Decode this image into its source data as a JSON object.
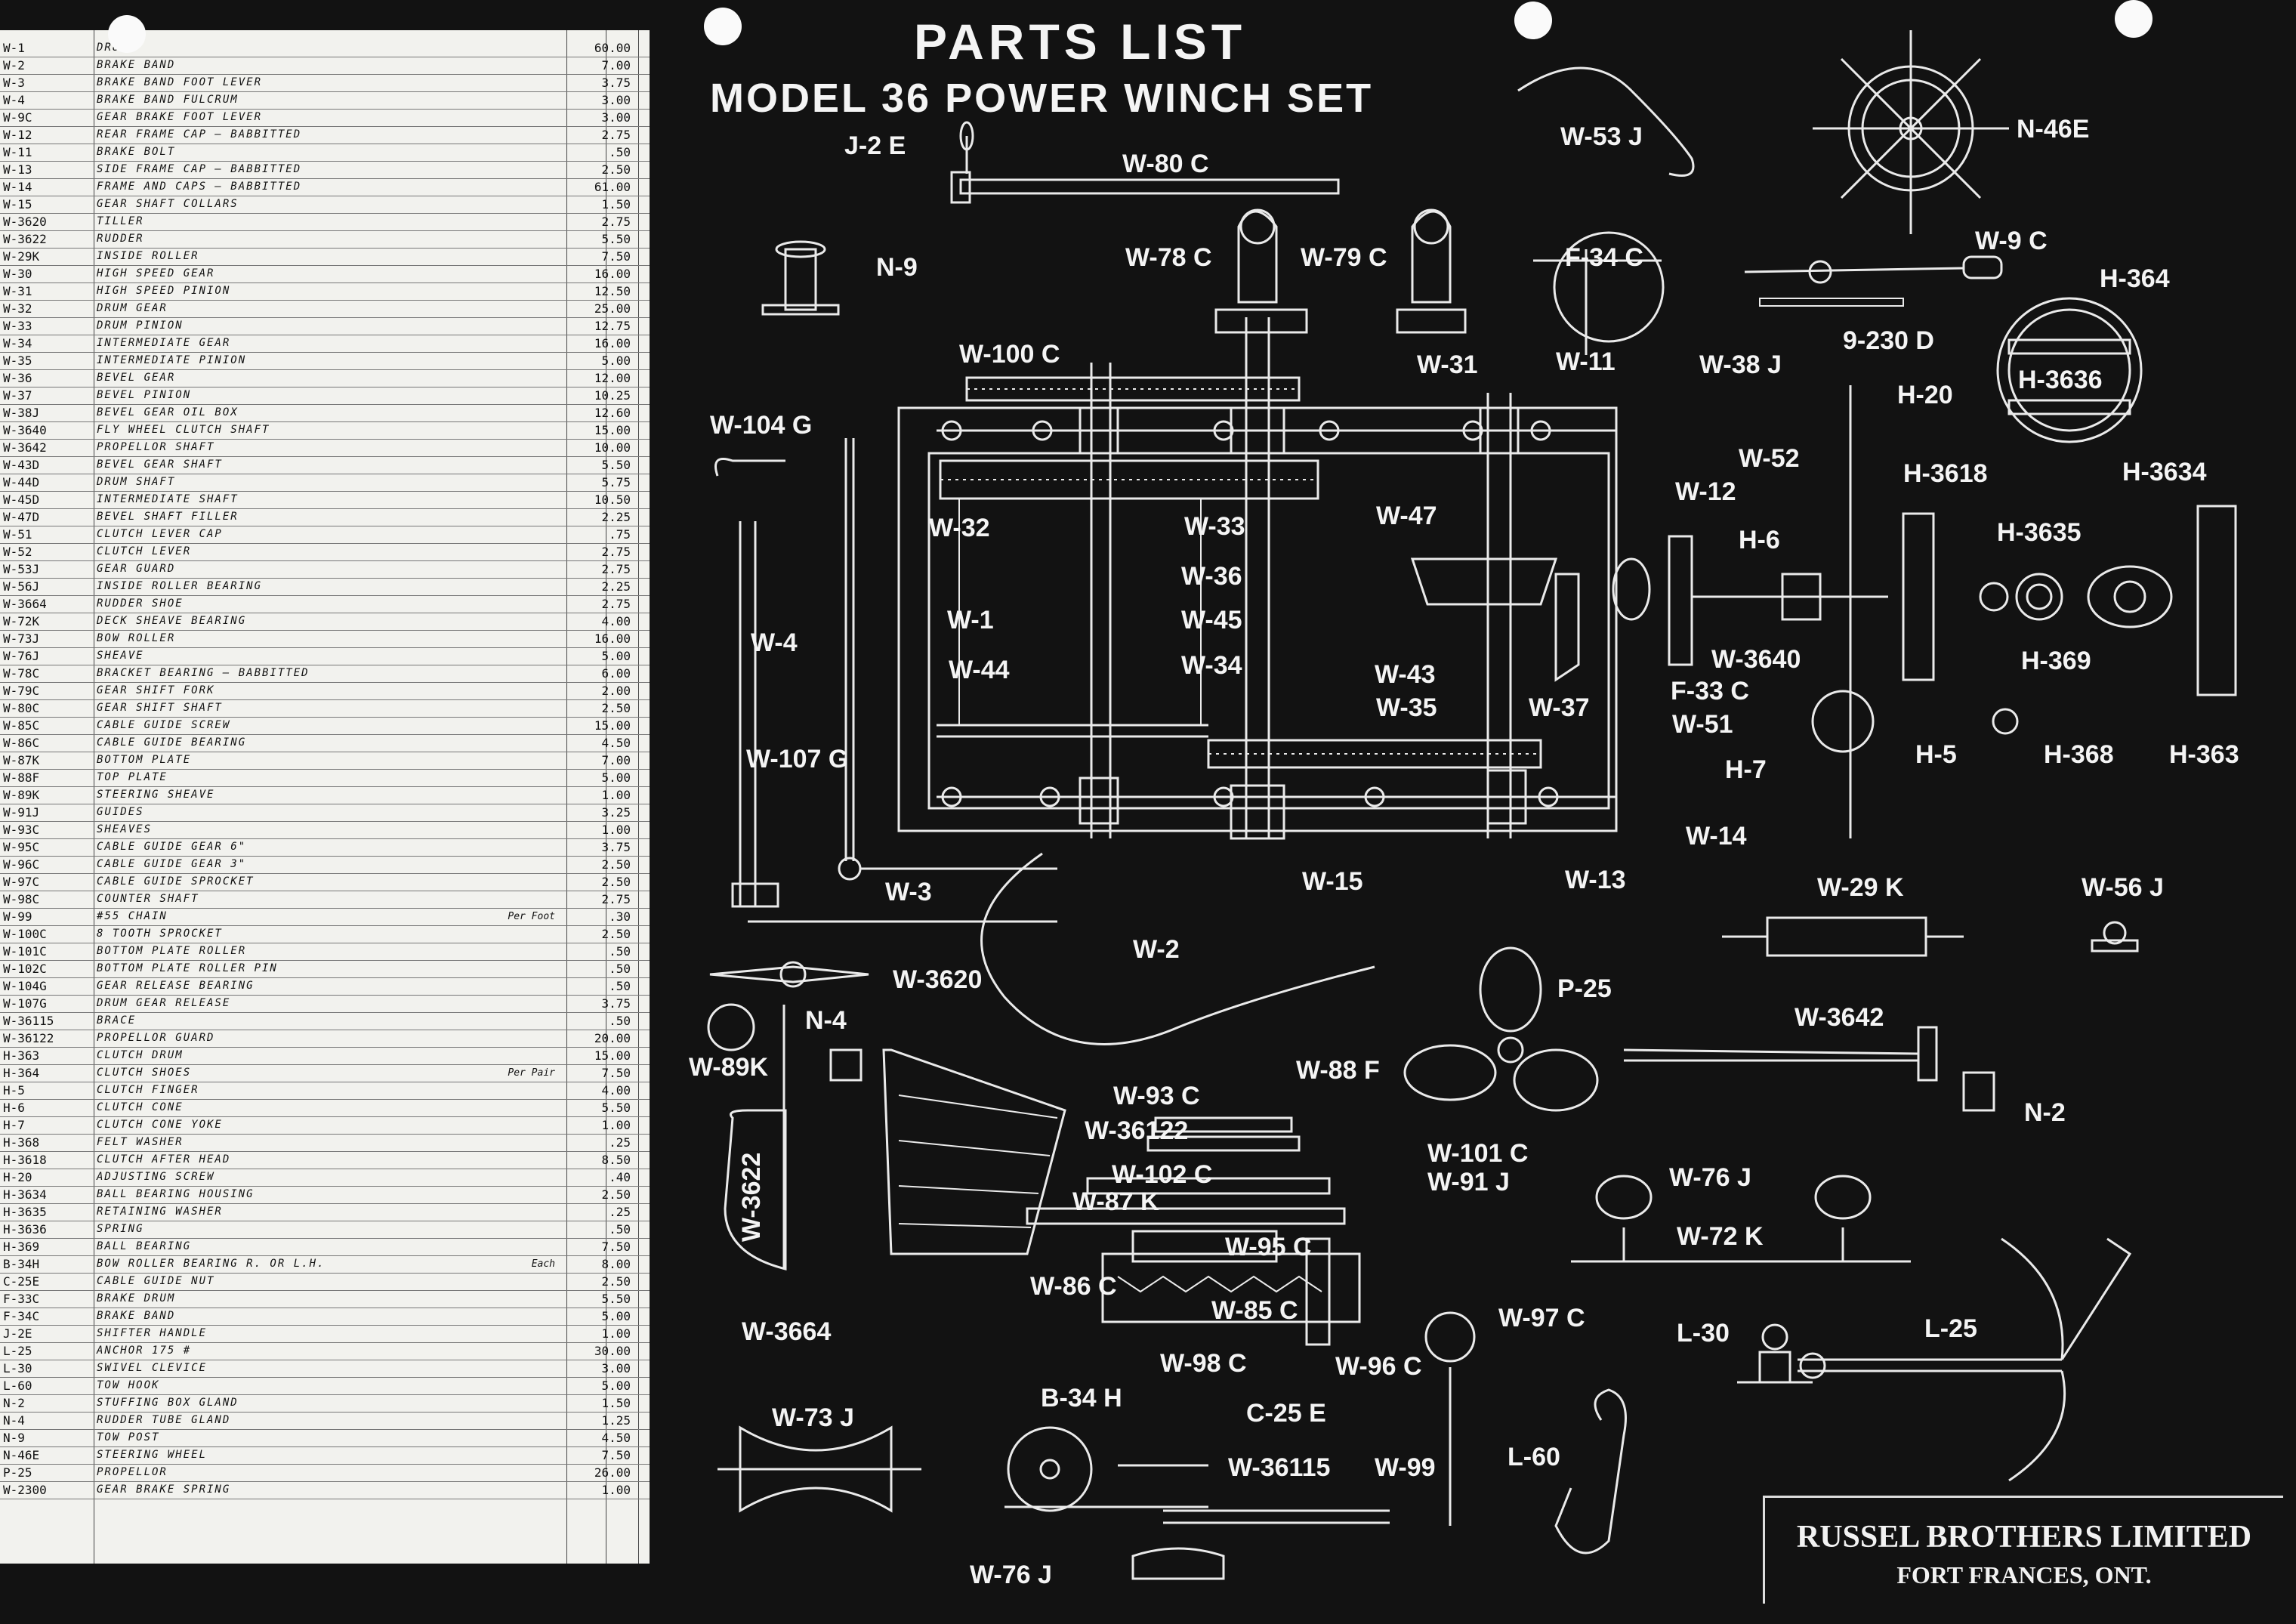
{
  "title": "PARTS LIST",
  "subtitle": "MODEL 36  POWER WINCH SET",
  "maker": {
    "name": "RUSSEL BROTHERS LIMITED",
    "place": "FORT FRANCES, ONT."
  },
  "colors": {
    "background": "#121212",
    "ink": "#f4f4f4",
    "paper": "#f2f2ee"
  },
  "parts_list": [
    {
      "no": "W-1",
      "desc": "Drum",
      "note": "",
      "price": "60.00"
    },
    {
      "no": "W-2",
      "desc": "Brake Band",
      "note": "",
      "price": "7.00"
    },
    {
      "no": "W-3",
      "desc": "Brake Band Foot Lever",
      "note": "",
      "price": "3.75"
    },
    {
      "no": "W-4",
      "desc": "Brake Band Fulcrum",
      "note": "",
      "price": "3.00"
    },
    {
      "no": "W-9C",
      "desc": "Gear Brake Foot Lever",
      "note": "",
      "price": "3.00"
    },
    {
      "no": "W-12",
      "desc": "Rear Frame Cap — Babbitted",
      "note": "",
      "price": "2.75"
    },
    {
      "no": "W-11",
      "desc": "Brake Bolt",
      "note": "",
      "price": ".50"
    },
    {
      "no": "W-13",
      "desc": "Side Frame Cap — Babbitted",
      "note": "",
      "price": "2.50"
    },
    {
      "no": "W-14",
      "desc": "Frame and Caps — Babbitted",
      "note": "",
      "price": "61.00"
    },
    {
      "no": "W-15",
      "desc": "Gear Shaft Collars",
      "note": "",
      "price": "1.50"
    },
    {
      "no": "W-3620",
      "desc": "Tiller",
      "note": "",
      "price": "2.75"
    },
    {
      "no": "W-3622",
      "desc": "Rudder",
      "note": "",
      "price": "5.50"
    },
    {
      "no": "W-29K",
      "desc": "Inside Roller",
      "note": "",
      "price": "7.50"
    },
    {
      "no": "W-30",
      "desc": "High Speed Gear",
      "note": "",
      "price": "16.00"
    },
    {
      "no": "W-31",
      "desc": "High Speed Pinion",
      "note": "",
      "price": "12.50"
    },
    {
      "no": "W-32",
      "desc": "Drum Gear",
      "note": "",
      "price": "25.00"
    },
    {
      "no": "W-33",
      "desc": "Drum Pinion",
      "note": "",
      "price": "12.75"
    },
    {
      "no": "W-34",
      "desc": "Intermediate Gear",
      "note": "",
      "price": "16.00"
    },
    {
      "no": "W-35",
      "desc": "Intermediate Pinion",
      "note": "",
      "price": "5.00"
    },
    {
      "no": "W-36",
      "desc": "Bevel Gear",
      "note": "",
      "price": "12.00"
    },
    {
      "no": "W-37",
      "desc": "Bevel Pinion",
      "note": "",
      "price": "10.25"
    },
    {
      "no": "W-38J",
      "desc": "Bevel Gear Oil Box",
      "note": "",
      "price": "12.60"
    },
    {
      "no": "W-3640",
      "desc": "Fly Wheel Clutch Shaft",
      "note": "",
      "price": "15.00"
    },
    {
      "no": "W-3642",
      "desc": "Propellor Shaft",
      "note": "",
      "price": "10.00"
    },
    {
      "no": "W-43D",
      "desc": "Bevel Gear Shaft",
      "note": "",
      "price": "5.50"
    },
    {
      "no": "W-44D",
      "desc": "Drum Shaft",
      "note": "",
      "price": "5.75"
    },
    {
      "no": "W-45D",
      "desc": "Intermediate Shaft",
      "note": "",
      "price": "10.50"
    },
    {
      "no": "W-47D",
      "desc": "Bevel Shaft Filler",
      "note": "",
      "price": "2.25"
    },
    {
      "no": "W-51",
      "desc": "Clutch Lever Cap",
      "note": "",
      "price": ".75"
    },
    {
      "no": "W-52",
      "desc": "Clutch Lever",
      "note": "",
      "price": "2.75"
    },
    {
      "no": "W-53J",
      "desc": "Gear Guard",
      "note": "",
      "price": "2.75"
    },
    {
      "no": "W-56J",
      "desc": "Inside Roller Bearing",
      "note": "",
      "price": "2.25"
    },
    {
      "no": "W-3664",
      "desc": "Rudder Shoe",
      "note": "",
      "price": "2.75"
    },
    {
      "no": "W-72K",
      "desc": "Deck Sheave Bearing",
      "note": "",
      "price": "4.00"
    },
    {
      "no": "W-73J",
      "desc": "Bow Roller",
      "note": "",
      "price": "16.00"
    },
    {
      "no": "W-76J",
      "desc": "Sheave",
      "note": "",
      "price": "5.00"
    },
    {
      "no": "W-78C",
      "desc": "Bracket Bearing — Babbitted",
      "note": "",
      "price": "6.00"
    },
    {
      "no": "W-79C",
      "desc": "Gear Shift Fork",
      "note": "",
      "price": "2.00"
    },
    {
      "no": "W-80C",
      "desc": "Gear Shift Shaft",
      "note": "",
      "price": "2.50"
    },
    {
      "no": "W-85C",
      "desc": "Cable Guide Screw",
      "note": "",
      "price": "15.00"
    },
    {
      "no": "W-86C",
      "desc": "Cable Guide Bearing",
      "note": "",
      "price": "4.50"
    },
    {
      "no": "W-87K",
      "desc": "Bottom Plate",
      "note": "",
      "price": "7.00"
    },
    {
      "no": "W-88F",
      "desc": "Top Plate",
      "note": "",
      "price": "5.00"
    },
    {
      "no": "W-89K",
      "desc": "Steering Sheave",
      "note": "",
      "price": "1.00"
    },
    {
      "no": "W-91J",
      "desc": "Guides",
      "note": "",
      "price": "3.25"
    },
    {
      "no": "W-93C",
      "desc": "Sheaves",
      "note": "",
      "price": "1.00"
    },
    {
      "no": "W-95C",
      "desc": "Cable Guide Gear 6\"",
      "note": "",
      "price": "3.75"
    },
    {
      "no": "W-96C",
      "desc": "Cable Guide Gear 3\"",
      "note": "",
      "price": "2.50"
    },
    {
      "no": "W-97C",
      "desc": "Cable Guide Sprocket",
      "note": "",
      "price": "2.50"
    },
    {
      "no": "W-98C",
      "desc": "Counter Shaft",
      "note": "",
      "price": "2.75"
    },
    {
      "no": "W-99",
      "desc": "#55 Chain",
      "note": "Per Foot",
      "price": ".30"
    },
    {
      "no": "W-100C",
      "desc": "8 Tooth Sprocket",
      "note": "",
      "price": "2.50"
    },
    {
      "no": "W-101C",
      "desc": "Bottom Plate Roller",
      "note": "",
      "price": ".50"
    },
    {
      "no": "W-102C",
      "desc": "Bottom Plate Roller Pin",
      "note": "",
      "price": ".50"
    },
    {
      "no": "W-104G",
      "desc": "Gear Release Bearing",
      "note": "",
      "price": ".50"
    },
    {
      "no": "W-107G",
      "desc": "Drum Gear Release",
      "note": "",
      "price": "3.75"
    },
    {
      "no": "W-36115",
      "desc": "Brace",
      "note": "",
      "price": ".50"
    },
    {
      "no": "W-36122",
      "desc": "Propellor Guard",
      "note": "",
      "price": "20.00"
    },
    {
      "no": "H-363",
      "desc": "Clutch Drum",
      "note": "",
      "price": "15.00"
    },
    {
      "no": "H-364",
      "desc": "Clutch Shoes",
      "note": "Per Pair",
      "price": "7.50"
    },
    {
      "no": "H-5",
      "desc": "Clutch Finger",
      "note": "",
      "price": "4.00"
    },
    {
      "no": "H-6",
      "desc": "Clutch Cone",
      "note": "",
      "price": "5.50"
    },
    {
      "no": "H-7",
      "desc": "Clutch Cone Yoke",
      "note": "",
      "price": "1.00"
    },
    {
      "no": "H-368",
      "desc": "Felt Washer",
      "note": "",
      "price": ".25"
    },
    {
      "no": "H-3618",
      "desc": "Clutch After Head",
      "note": "",
      "price": "8.50"
    },
    {
      "no": "H-20",
      "desc": "Adjusting Screw",
      "note": "",
      "price": ".40"
    },
    {
      "no": "H-3634",
      "desc": "Ball Bearing Housing",
      "note": "",
      "price": "2.50"
    },
    {
      "no": "H-3635",
      "desc": "Retaining Washer",
      "note": "",
      "price": ".25"
    },
    {
      "no": "H-3636",
      "desc": "Spring",
      "note": "",
      "price": ".50"
    },
    {
      "no": "H-369",
      "desc": "Ball Bearing",
      "note": "",
      "price": "7.50"
    },
    {
      "no": "B-34H",
      "desc": "Bow Roller Bearing R. or L.H.",
      "note": "Each",
      "price": "8.00"
    },
    {
      "no": "C-25E",
      "desc": "Cable Guide Nut",
      "note": "",
      "price": "2.50"
    },
    {
      "no": "F-33C",
      "desc": "Brake Drum",
      "note": "",
      "price": "5.50"
    },
    {
      "no": "F-34C",
      "desc": "Brake Band",
      "note": "",
      "price": "5.00"
    },
    {
      "no": "J-2E",
      "desc": "Shifter Handle",
      "note": "",
      "price": "1.00"
    },
    {
      "no": "L-25",
      "desc": "Anchor 175 #",
      "note": "",
      "price": "30.00"
    },
    {
      "no": "L-30",
      "desc": "Swivel Clevice",
      "note": "",
      "price": "3.00"
    },
    {
      "no": "L-60",
      "desc": "Tow Hook",
      "note": "",
      "price": "5.00"
    },
    {
      "no": "N-2",
      "desc": "Stuffing Box Gland",
      "note": "",
      "price": "1.50"
    },
    {
      "no": "N-4",
      "desc": "Rudder Tube Gland",
      "note": "",
      "price": "1.25"
    },
    {
      "no": "N-9",
      "desc": "Tow Post",
      "note": "",
      "price": "4.50"
    },
    {
      "no": "N-46E",
      "desc": "Steering Wheel",
      "note": "",
      "price": "7.50"
    },
    {
      "no": "P-25",
      "desc": "Propellor",
      "note": "",
      "price": "26.00"
    },
    {
      "no": "W-2300",
      "desc": "Gear Brake Spring",
      "note": "",
      "price": "1.00"
    }
  ],
  "labels": {
    "j2e": "J-2 E",
    "w80c": "W-80 C",
    "w53j": "W-53 J",
    "n46e": "N-46E",
    "n9": "N-9",
    "w78c": "W-78 C",
    "w79c": "W-79 C",
    "f34c": "F-34 C",
    "w9c": "W-9 C",
    "h364": "H-364",
    "w100c": "W-100 C",
    "w31": "W-31",
    "w11": "W-11",
    "w38j": "W-38 J",
    "n9230d": "9-230 D",
    "h3636": "H-3636",
    "w104g": "W-104 G",
    "h20": "H-20",
    "w52": "W-52",
    "h3618": "H-3618",
    "h3634": "H-3634",
    "w12": "W-12",
    "w32": "W-32",
    "w33": "W-33",
    "w47": "W-47",
    "h6": "H-6",
    "h3635": "H-3635",
    "w36": "W-36",
    "w1": "W-1",
    "w45": "W-45",
    "w4": "W-4",
    "w3640": "W-3640",
    "h369": "H-369",
    "w44": "W-44",
    "w34": "W-34",
    "w43": "W-43",
    "f33c": "F-33 C",
    "w37": "W-37",
    "w35": "W-35",
    "w51": "W-51",
    "w107g": "W-107 G",
    "h7": "H-7",
    "h5": "H-5",
    "h368": "H-368",
    "h363": "H-363",
    "w14": "W-14",
    "w3": "W-3",
    "w15": "W-15",
    "w13": "W-13",
    "w29k": "W-29 K",
    "w56j": "W-56 J",
    "w2": "W-2",
    "w3620": "W-3620",
    "p25": "P-25",
    "w3642": "W-3642",
    "n4": "N-4",
    "w89k": "W-89K",
    "w88f": "W-88 F",
    "w93c": "W-93 C",
    "w36122": "W-36122",
    "n2": "N-2",
    "w3622": "W-3622",
    "w101c": "W-101 C",
    "w102c": "W-102 C",
    "w91j": "W-91 J",
    "w87k": "W-87 K",
    "w76j_a": "W-76 J",
    "w72k": "W-72 K",
    "w95c": "W-95 C",
    "w86c": "W-86 C",
    "w85c": "W-85 C",
    "w97c": "W-97 C",
    "w3664": "W-3664",
    "l30": "L-30",
    "l25": "L-25",
    "w98c": "W-98 C",
    "w96c": "W-96 C",
    "c25e": "C-25 E",
    "b34h": "B-34 H",
    "w73j": "W-73 J",
    "w36115": "W-36115",
    "w99": "W-99",
    "l60": "L-60",
    "w76j_b": "W-76 J"
  }
}
